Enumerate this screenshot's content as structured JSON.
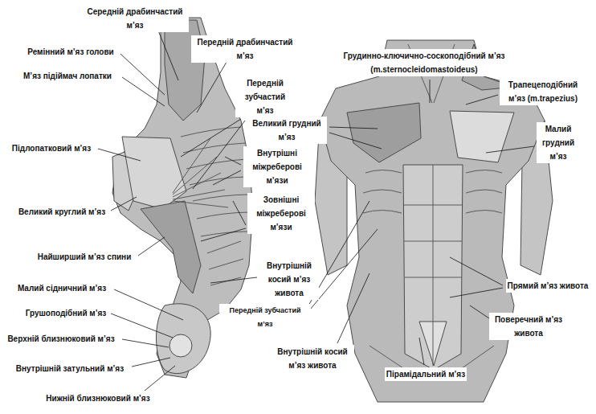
{
  "diagram": {
    "labels": [
      "Середній драбинчастий м’яз",
      "Передній драбинчастий м’яз",
      "Ремінний м’яз голови",
      "М’яз підіймач лопатки",
      "Передній зубчастий м’яз",
      "Підлопатковий м’яз",
      "Внутрішні міжреберові м’язи",
      "Великий круглий м’яз",
      "Зовнішні міжреберові м’язи",
      "Найширший м’яз спини",
      "Внутрішній косий м’яз живота",
      "Малий сідничний м’яз",
      "Грушоподібний м’яз",
      "Верхній близнюковий м’яз",
      "Внутрішній затульний м’яз",
      "Нижній близнюковий м’яз",
      "Грудинно-ключично-соскоподібний м’яз (m.sternocleidomastoideus)",
      "Трапецеподібний м’яз (m.trapezius)",
      "Великий грудний м’яз",
      "Малий грудний м’яз",
      "Передній зубчастий м’яз",
      "Прямий м’яз живота",
      "Поверечний м’яз живота",
      "Внутрішній косий м’яз живота",
      "Пірамідальний м’яз"
    ]
  }
}
